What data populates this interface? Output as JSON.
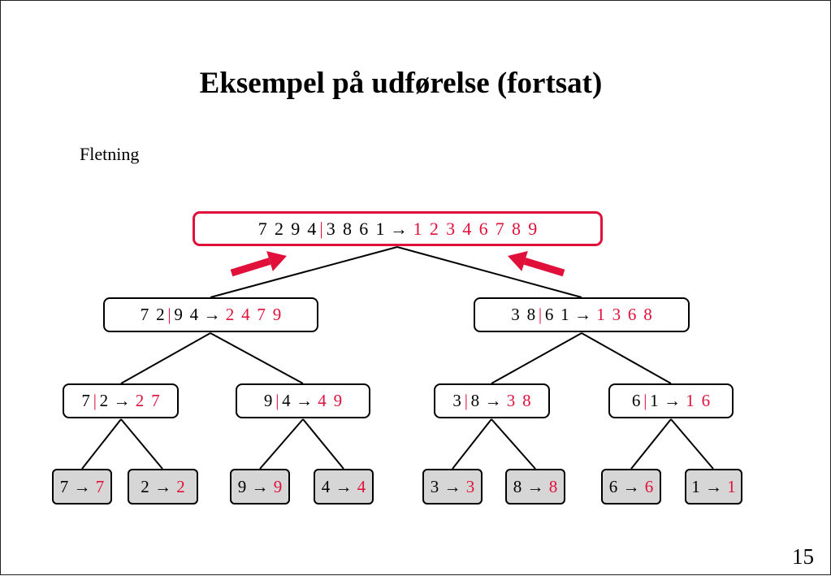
{
  "slide": {
    "title": "Eksempel på udførelse (fortsat)",
    "subtitle": "Fletning",
    "page_number": "15"
  },
  "colors": {
    "accent_red": "#e0103a",
    "leaf_fill": "#d6d6d6",
    "node_fill": "#ffffff",
    "outline": "#000000"
  },
  "icons": {
    "arrow": "right-arrow-icon",
    "merge_arrow": "thick-diagonal-arrow-icon"
  },
  "tree": {
    "root": {
      "left": [
        "7",
        "2",
        "9",
        "4"
      ],
      "right": [
        "3",
        "8",
        "6",
        "1"
      ],
      "sep": "|",
      "arrow": "→",
      "result": [
        "1",
        "2",
        "3",
        "4",
        "6",
        "7",
        "8",
        "9"
      ]
    },
    "level1": [
      {
        "left": [
          "7",
          "2"
        ],
        "right": [
          "9",
          "4"
        ],
        "sep": "|",
        "arrow": "→",
        "result": [
          "2",
          "4",
          "7",
          "9"
        ]
      },
      {
        "left": [
          "3",
          "8"
        ],
        "right": [
          "6",
          "1"
        ],
        "sep": "|",
        "arrow": "→",
        "result": [
          "1",
          "3",
          "6",
          "8"
        ]
      }
    ],
    "level2": [
      {
        "left": [
          "7"
        ],
        "right": [
          "2"
        ],
        "sep": "|",
        "arrow": "→",
        "result": [
          "2",
          "7"
        ]
      },
      {
        "left": [
          "9"
        ],
        "right": [
          "4"
        ],
        "sep": "|",
        "arrow": "→",
        "result": [
          "4",
          "9"
        ]
      },
      {
        "left": [
          "3"
        ],
        "right": [
          "8"
        ],
        "sep": "|",
        "arrow": "→",
        "result": [
          "3",
          "8"
        ]
      },
      {
        "left": [
          "6"
        ],
        "right": [
          "1"
        ],
        "sep": "|",
        "arrow": "→",
        "result": [
          "1",
          "6"
        ]
      }
    ],
    "leaves": [
      {
        "input": "7",
        "arrow": "→",
        "result": "7"
      },
      {
        "input": "2",
        "arrow": "→",
        "result": "2"
      },
      {
        "input": "9",
        "arrow": "→",
        "result": "9"
      },
      {
        "input": "4",
        "arrow": "→",
        "result": "4"
      },
      {
        "input": "3",
        "arrow": "→",
        "result": "3"
      },
      {
        "input": "8",
        "arrow": "→",
        "result": "8"
      },
      {
        "input": "6",
        "arrow": "→",
        "result": "6"
      },
      {
        "input": "1",
        "arrow": "→",
        "result": "1"
      }
    ]
  }
}
